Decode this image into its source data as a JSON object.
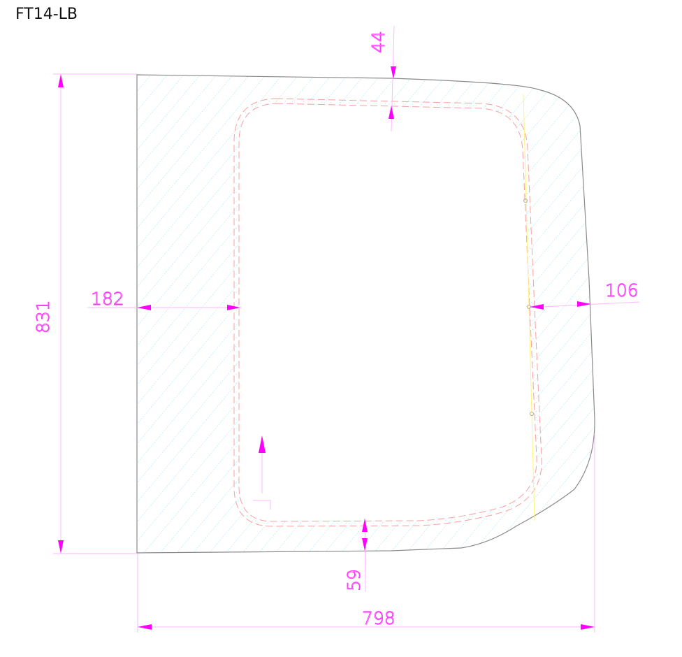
{
  "title": "FT14-LB",
  "colors": {
    "dimension": "#ff00ff",
    "dimension_light": "#ffb8ff",
    "outline": "#8a8a8a",
    "hatch": "#9fe3f2",
    "inner_dashed": "#f5a0a0",
    "inner_centerline": "#a8dff0",
    "yellow_guide": "#fff27a"
  },
  "dimensions": {
    "height": {
      "label": "831",
      "orientation": "vertical"
    },
    "width": {
      "label": "798",
      "orientation": "horizontal"
    },
    "left_margin": {
      "label": "182",
      "orientation": "horizontal"
    },
    "right_margin": {
      "label": "106",
      "orientation": "horizontal"
    },
    "top_margin": {
      "label": "44",
      "orientation": "vertical"
    },
    "bottom_margin": {
      "label": "59",
      "orientation": "vertical"
    }
  },
  "markers": {
    "direction_arrow": "up-arrow",
    "corner_mark": "corner-bracket"
  }
}
